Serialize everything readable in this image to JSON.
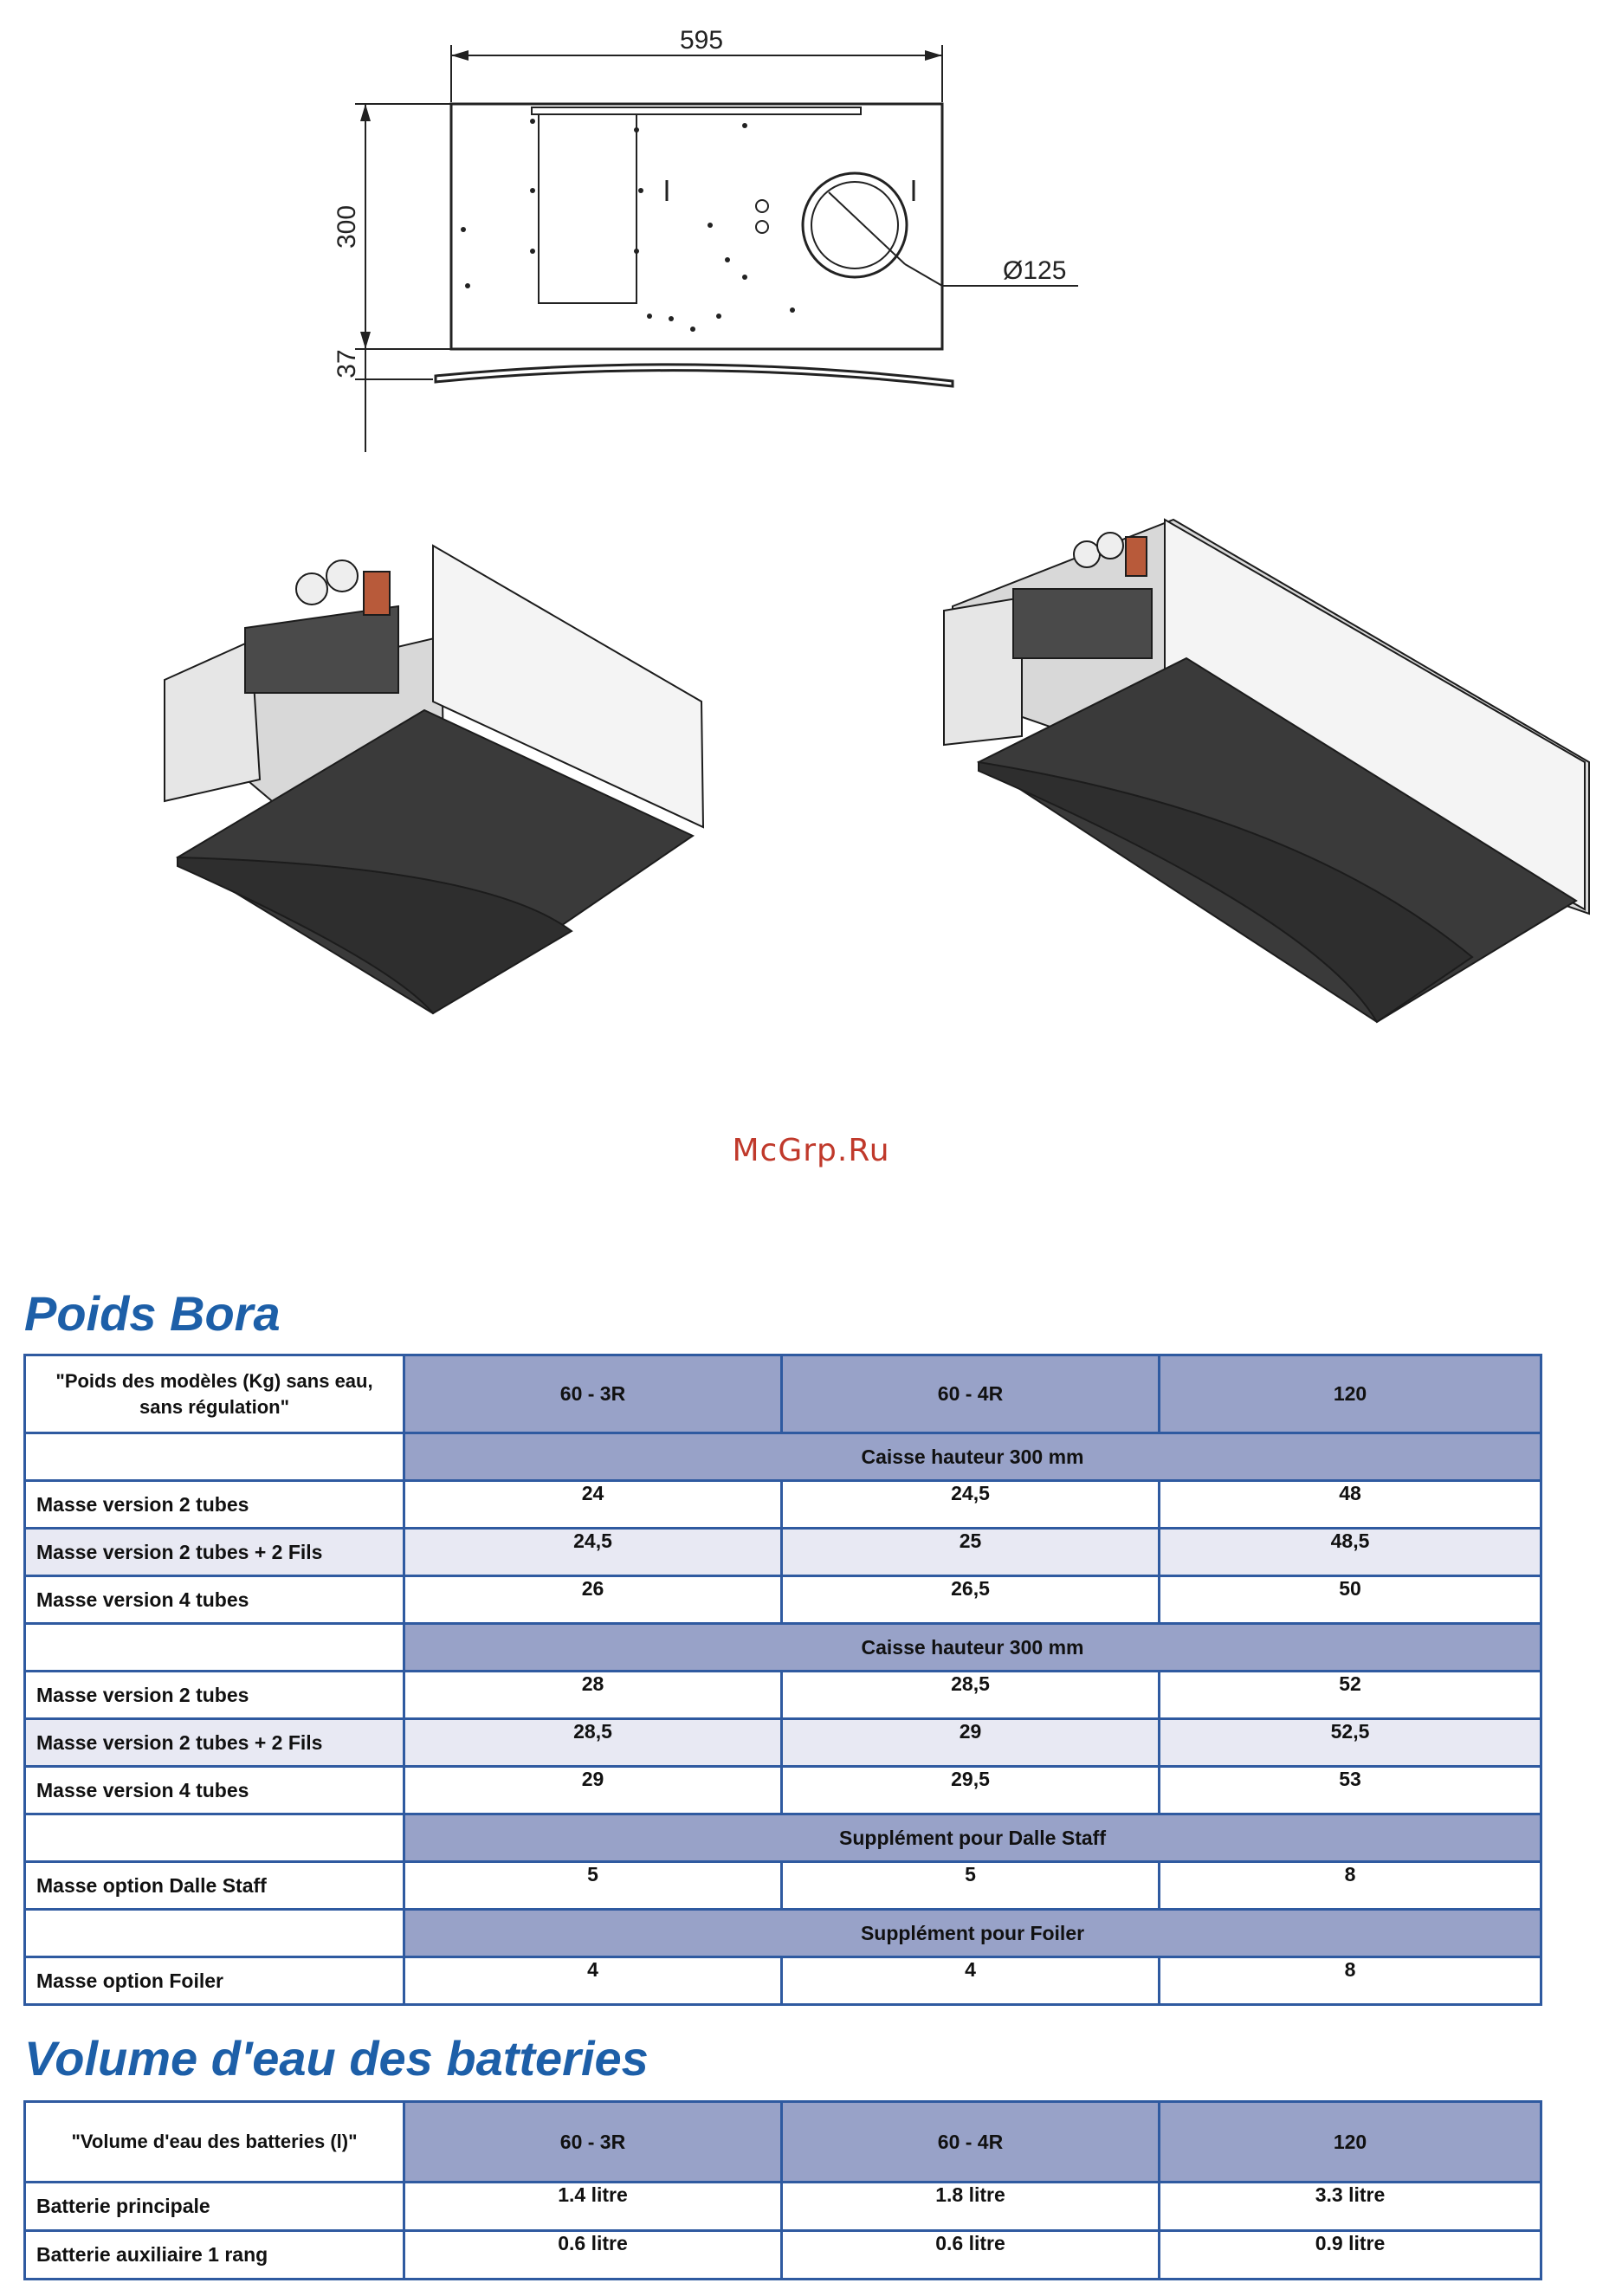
{
  "drawing": {
    "dim_width": "595",
    "dim_height": "300",
    "dim_lip": "37",
    "dim_diameter": "Ø125",
    "body_fill": "#ffffff",
    "panel_fill": "#3a3a3a",
    "panel_edge": "#1c1c1c"
  },
  "watermark": "McGrp.Ru",
  "poids": {
    "title": "Poids Bora",
    "header_label": "\"Poids des modèles (Kg) sans eau, sans régulation\"",
    "columns": [
      "60 - 3R",
      "60 - 4R",
      "120"
    ],
    "groups": [
      {
        "label": "Caisse hauteur 300 mm",
        "rows": [
          {
            "label": "Masse version 2 tubes",
            "values": [
              "24",
              "24,5",
              "48"
            ]
          },
          {
            "label": "Masse version 2 tubes + 2 Fils",
            "values": [
              "24,5",
              "25",
              "48,5"
            ]
          },
          {
            "label": "Masse version 4 tubes",
            "values": [
              "26",
              "26,5",
              "50"
            ]
          }
        ]
      },
      {
        "label": "Caisse hauteur 300 mm",
        "rows": [
          {
            "label": "Masse version 2 tubes",
            "values": [
              "28",
              "28,5",
              "52"
            ]
          },
          {
            "label": "Masse version 2 tubes + 2 Fils",
            "values": [
              "28,5",
              "29",
              "52,5"
            ]
          },
          {
            "label": "Masse version 4 tubes",
            "values": [
              "29",
              "29,5",
              "53"
            ]
          }
        ]
      },
      {
        "label": "Supplément pour Dalle Staff",
        "rows": [
          {
            "label": "Masse option Dalle Staff",
            "values": [
              "5",
              "5",
              "8"
            ]
          }
        ]
      },
      {
        "label": "Supplément pour Foiler",
        "rows": [
          {
            "label": "Masse option Foiler",
            "values": [
              "4",
              "4",
              "8"
            ]
          }
        ]
      }
    ]
  },
  "volume": {
    "title": "Volume d'eau des batteries",
    "header_label": "\"Volume d'eau des batteries (l)\"",
    "columns": [
      "60 - 3R",
      "60 - 4R",
      "120"
    ],
    "rows": [
      {
        "label": "Batterie principale",
        "values": [
          "1.4 litre",
          "1.8 litre",
          "3.3 litre"
        ]
      },
      {
        "label": "Batterie auxiliaire 1 rang",
        "values": [
          "0.6 litre",
          "0.6 litre",
          "0.9 litre"
        ]
      }
    ]
  },
  "colors": {
    "title_blue": "#1d5fa8",
    "header_fill": "#98a2c8",
    "row_alt": "#e8e9f3",
    "border": "#2f5aa0",
    "watermark": "#c0392b"
  }
}
